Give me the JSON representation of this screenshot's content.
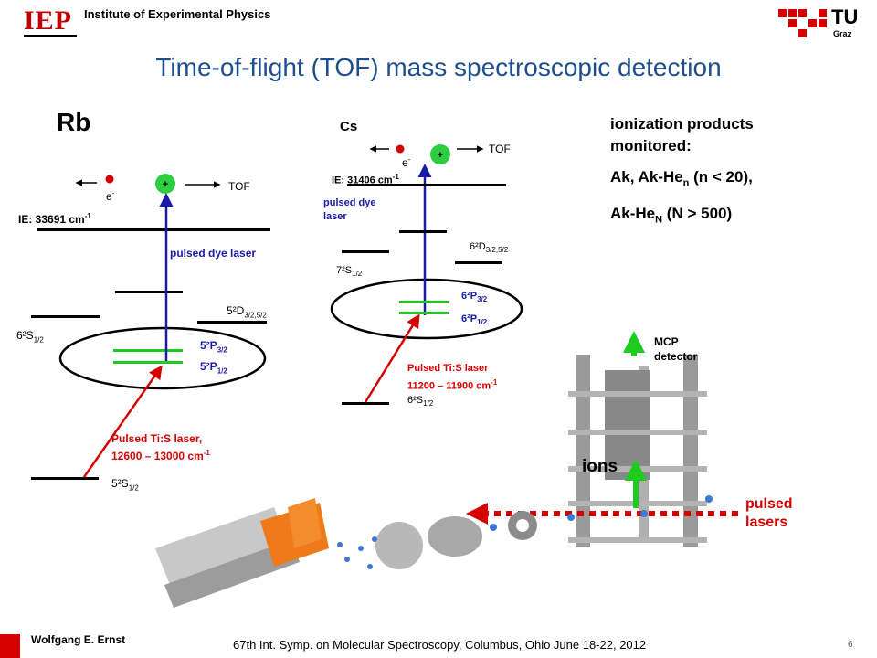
{
  "header": {
    "logo_left_text": "IEP",
    "institute": "Institute of Experimental Physics",
    "logo_right_text": "TU",
    "logo_right_sub": "Graz"
  },
  "title": "Time-of-flight (TOF) mass spectroscopic detection",
  "rb": {
    "label": "Rb",
    "e_minus": "e",
    "e_sup": "-",
    "plus": "+",
    "tof": "TOF",
    "ie": "IE: 33691 cm",
    "ie_sup": "-1",
    "pulsed_dye": "pulsed dye laser",
    "s6": "6²S",
    "s6_sub": "1/2",
    "d5": "5²D",
    "d5_sub": "3/2,5/2",
    "p32": "5²P",
    "p32_sub": "3/2",
    "p12": "5²P",
    "p12_sub": "1/2",
    "tis_line1": "Pulsed Ti:S laser,",
    "tis_line2": "12600 – 13000 cm",
    "tis_sup": "-1",
    "ground": "5²S",
    "ground_sub": "1/2"
  },
  "cs": {
    "label": "Cs",
    "e_minus": "e",
    "e_sup": "-",
    "plus": "+",
    "tof": "TOF",
    "ie": "IE: 31406 cm",
    "ie_sup": "-1",
    "pulsed_dye_1": "pulsed dye",
    "pulsed_dye_2": "laser",
    "d6": "6²D",
    "d6_sub": "3/2,5/2",
    "s7": "7²S",
    "s7_sub": "1/2",
    "p32": "6²P",
    "p32_sub": "3/2",
    "p12": "6²P",
    "p12_sub": "1/2",
    "tis_line1": "Pulsed Ti:S laser",
    "tis_line2": "11200 – 11900 cm",
    "tis_sup": "-1",
    "ground": "6²S",
    "ground_sub": "1/2"
  },
  "info": {
    "line1": "ionization products",
    "line2": "monitored:",
    "line3_a": "Ak, Ak-He",
    "line3_sub": "n",
    "line3_b": " (n < 20),",
    "line4_a": "Ak-He",
    "line4_sub": "N",
    "line4_b": " (N > 500)"
  },
  "apparatus": {
    "mcp_1": "MCP",
    "mcp_2": "detector",
    "ions": "ions",
    "pulsed_1": "pulsed",
    "pulsed_2": "lasers"
  },
  "footer": {
    "author": "Wolfgang E. Ernst",
    "conference": "67th Int. Symp. on Molecular Spectroscopy, Columbus, Ohio June 18-22, 2012",
    "page": "6"
  },
  "colors": {
    "accent_red": "#d40000",
    "level_green": "#1ecb1e",
    "laser_blue": "#1a1aa8",
    "title_blue": "#1f4e8c"
  }
}
